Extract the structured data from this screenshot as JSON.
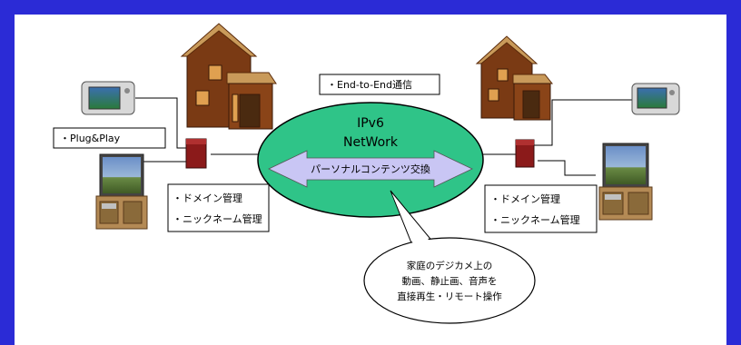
{
  "network": {
    "title_line1": "IPv6",
    "title_line2": "NetWork",
    "arrow_label": "パーソナルコンテンツ交換"
  },
  "labels": {
    "end_to_end": "・End-to-End通信",
    "plug_play": "・Plug&Play",
    "left_domain": "・ドメイン管理",
    "left_nick": "・ニックネーム管理",
    "right_domain": "・ドメイン管理",
    "right_nick": "・ニックネーム管理"
  },
  "bubble": {
    "line1": "家庭のデジカメ上の",
    "line2": "動画、静止画、音声を",
    "line3": "直接再生・リモート操作"
  },
  "colors": {
    "border_blue": "#2b2bd6",
    "cloud_green": "#2fc488",
    "arrow_lavender": "#c9c6f4",
    "house_wall": "#7a3a14",
    "house_roof": "#c99a5a",
    "router": "#8b1a1a"
  }
}
